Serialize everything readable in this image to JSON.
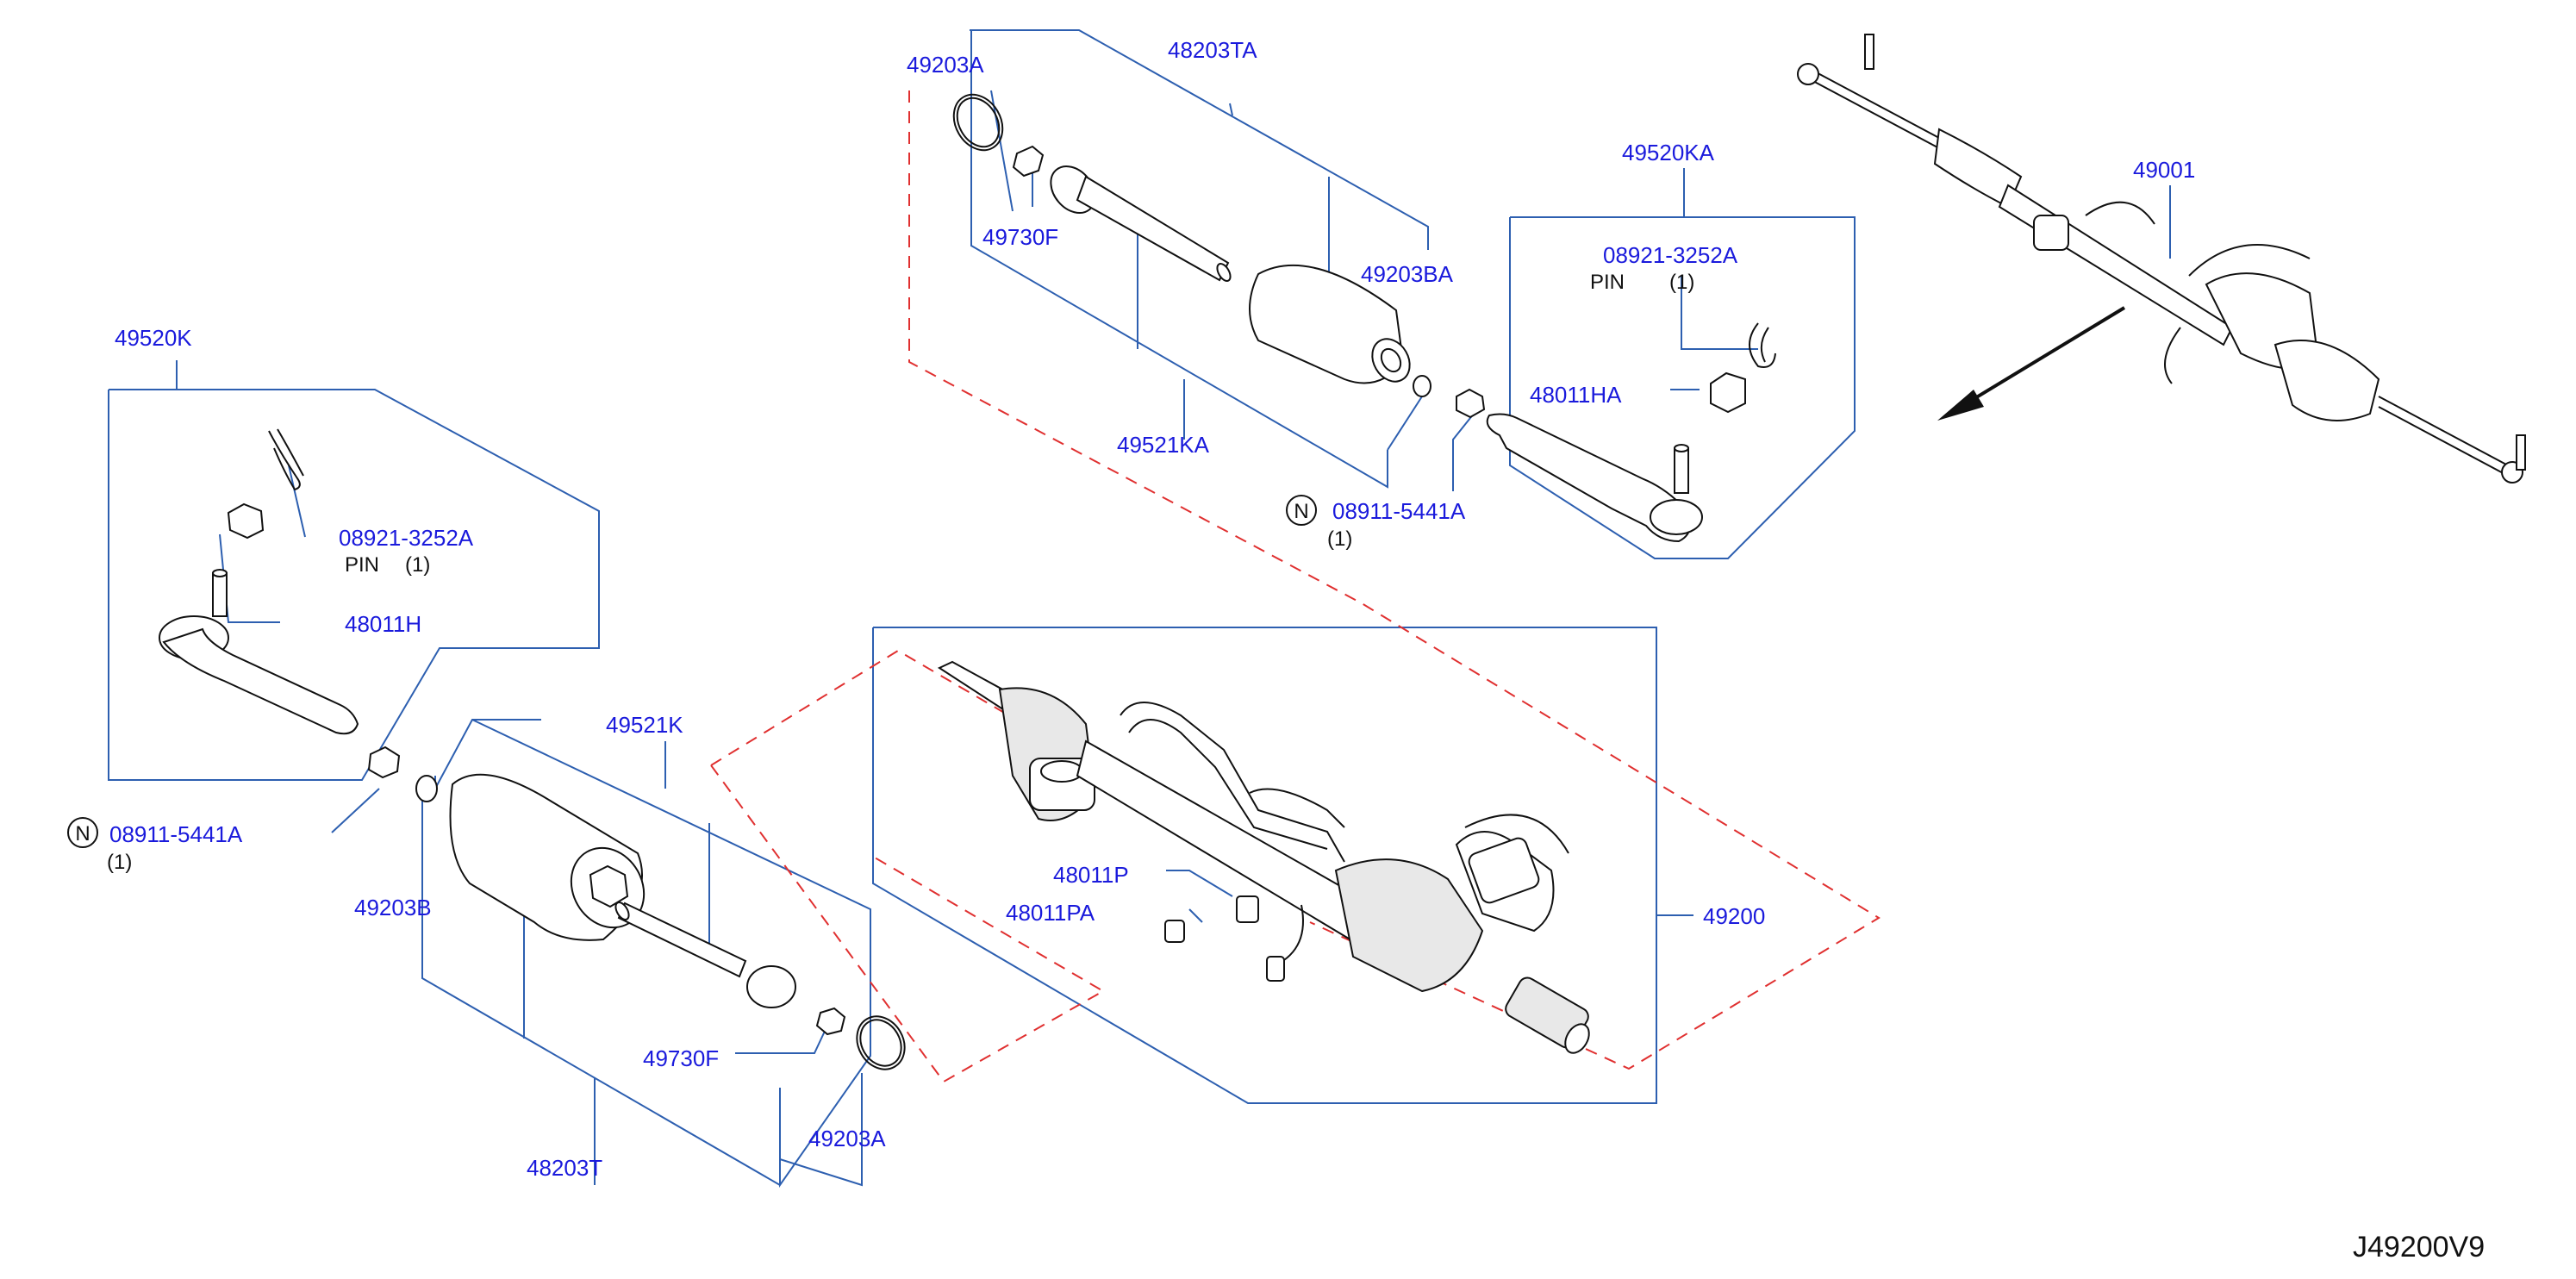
{
  "diagram_id": "J49200V9",
  "callouts": {
    "k_49203A_top": "49203A",
    "k_48203TA": "48203TA",
    "k_49730F_top": "49730F",
    "k_49203BA": "49203BA",
    "k_49521KA": "49521KA",
    "k_49520KA": "49520KA",
    "k_08921_right": "08921-3252A",
    "k_pin_right": "PIN",
    "k_pin_right_qty": "(1)",
    "k_48011HA": "48011HA",
    "k_08911_right": "08911-5441A",
    "k_08911_right_qty": "(1)",
    "k_49001": "49001",
    "k_49520K": "49520K",
    "k_08921_left": "08921-3252A",
    "k_pin_left": "PIN",
    "k_pin_left_qty": "(1)",
    "k_48011H": "48011H",
    "k_08911_left": "08911-5441A",
    "k_08911_left_qty": "(1)",
    "k_49521K": "49521K",
    "k_49203B": "49203B",
    "k_48011P": "48011P",
    "k_48011PA": "48011PA",
    "k_49200": "49200",
    "k_49730F_bottom": "49730F",
    "k_49203A_bottom": "49203A",
    "k_48203T": "48203T"
  },
  "n_marks": {
    "right": "N",
    "left": "N"
  },
  "colors": {
    "label": "#1a1adc",
    "leader": "#2d5fb0",
    "dashed": "#e03030",
    "parts": "#111111"
  },
  "icons": [
    "direction-arrow-icon",
    "new-part-circle-icon"
  ]
}
